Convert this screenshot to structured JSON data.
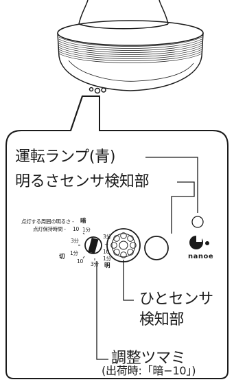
{
  "labels": {
    "operation_lamp": "運転ランプ(青)",
    "brightness_sensor": "明るさセンサ検知部",
    "human_sensor_line1": "ひとセンサ",
    "human_sensor_line2": "検知部",
    "adjust_knob": "調整ツマミ",
    "factory_setting": "(出荷時:「暗−10」)"
  },
  "dial": {
    "brightness_title": "点灯する周囲の明るさ -",
    "dark": "暗",
    "hold_time_title": "点灯保持時間 -",
    "tick_10_top": "10",
    "tick_1min_top": "1分",
    "tick_3min_right": "3分",
    "tick_dash": "−",
    "tick_10_right": "10",
    "tick_1min_right": "1分",
    "bright": "明",
    "tick_3min_left": "3分",
    "off": "切",
    "tick_1min_left": "1分",
    "tick_10_left": "10",
    "tick_3min_bottom": "3分"
  },
  "logo": {
    "text": "nanoe"
  },
  "colors": {
    "line": "#1a1a1a",
    "background": "#ffffff"
  }
}
